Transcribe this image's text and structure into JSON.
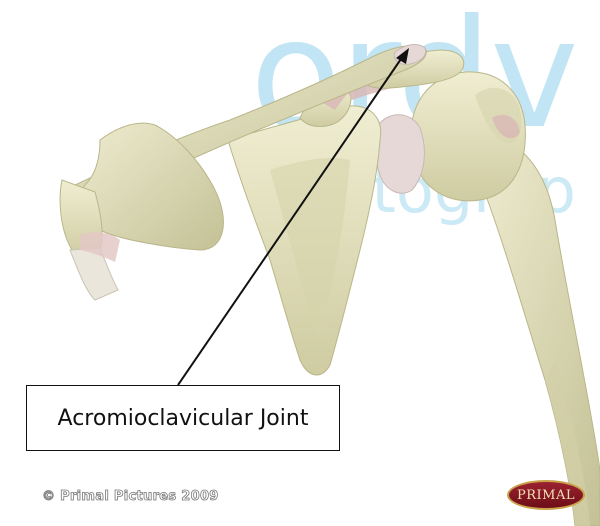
{
  "diagram": {
    "label": "Acromioclavicular Joint",
    "copyright": "© Primal Pictures 2009",
    "brand_badge": "PRIMAL",
    "watermark_line1": "ordv",
    "watermark_line2": "photograp"
  },
  "colors": {
    "bone": "#e6e4c4",
    "bone_shadow": "#c9c69c",
    "cartilage": "#e6d8d6",
    "ligament": "#d9b8b6",
    "watermark": "#8fd0ec",
    "badge": "#8a1a26"
  }
}
